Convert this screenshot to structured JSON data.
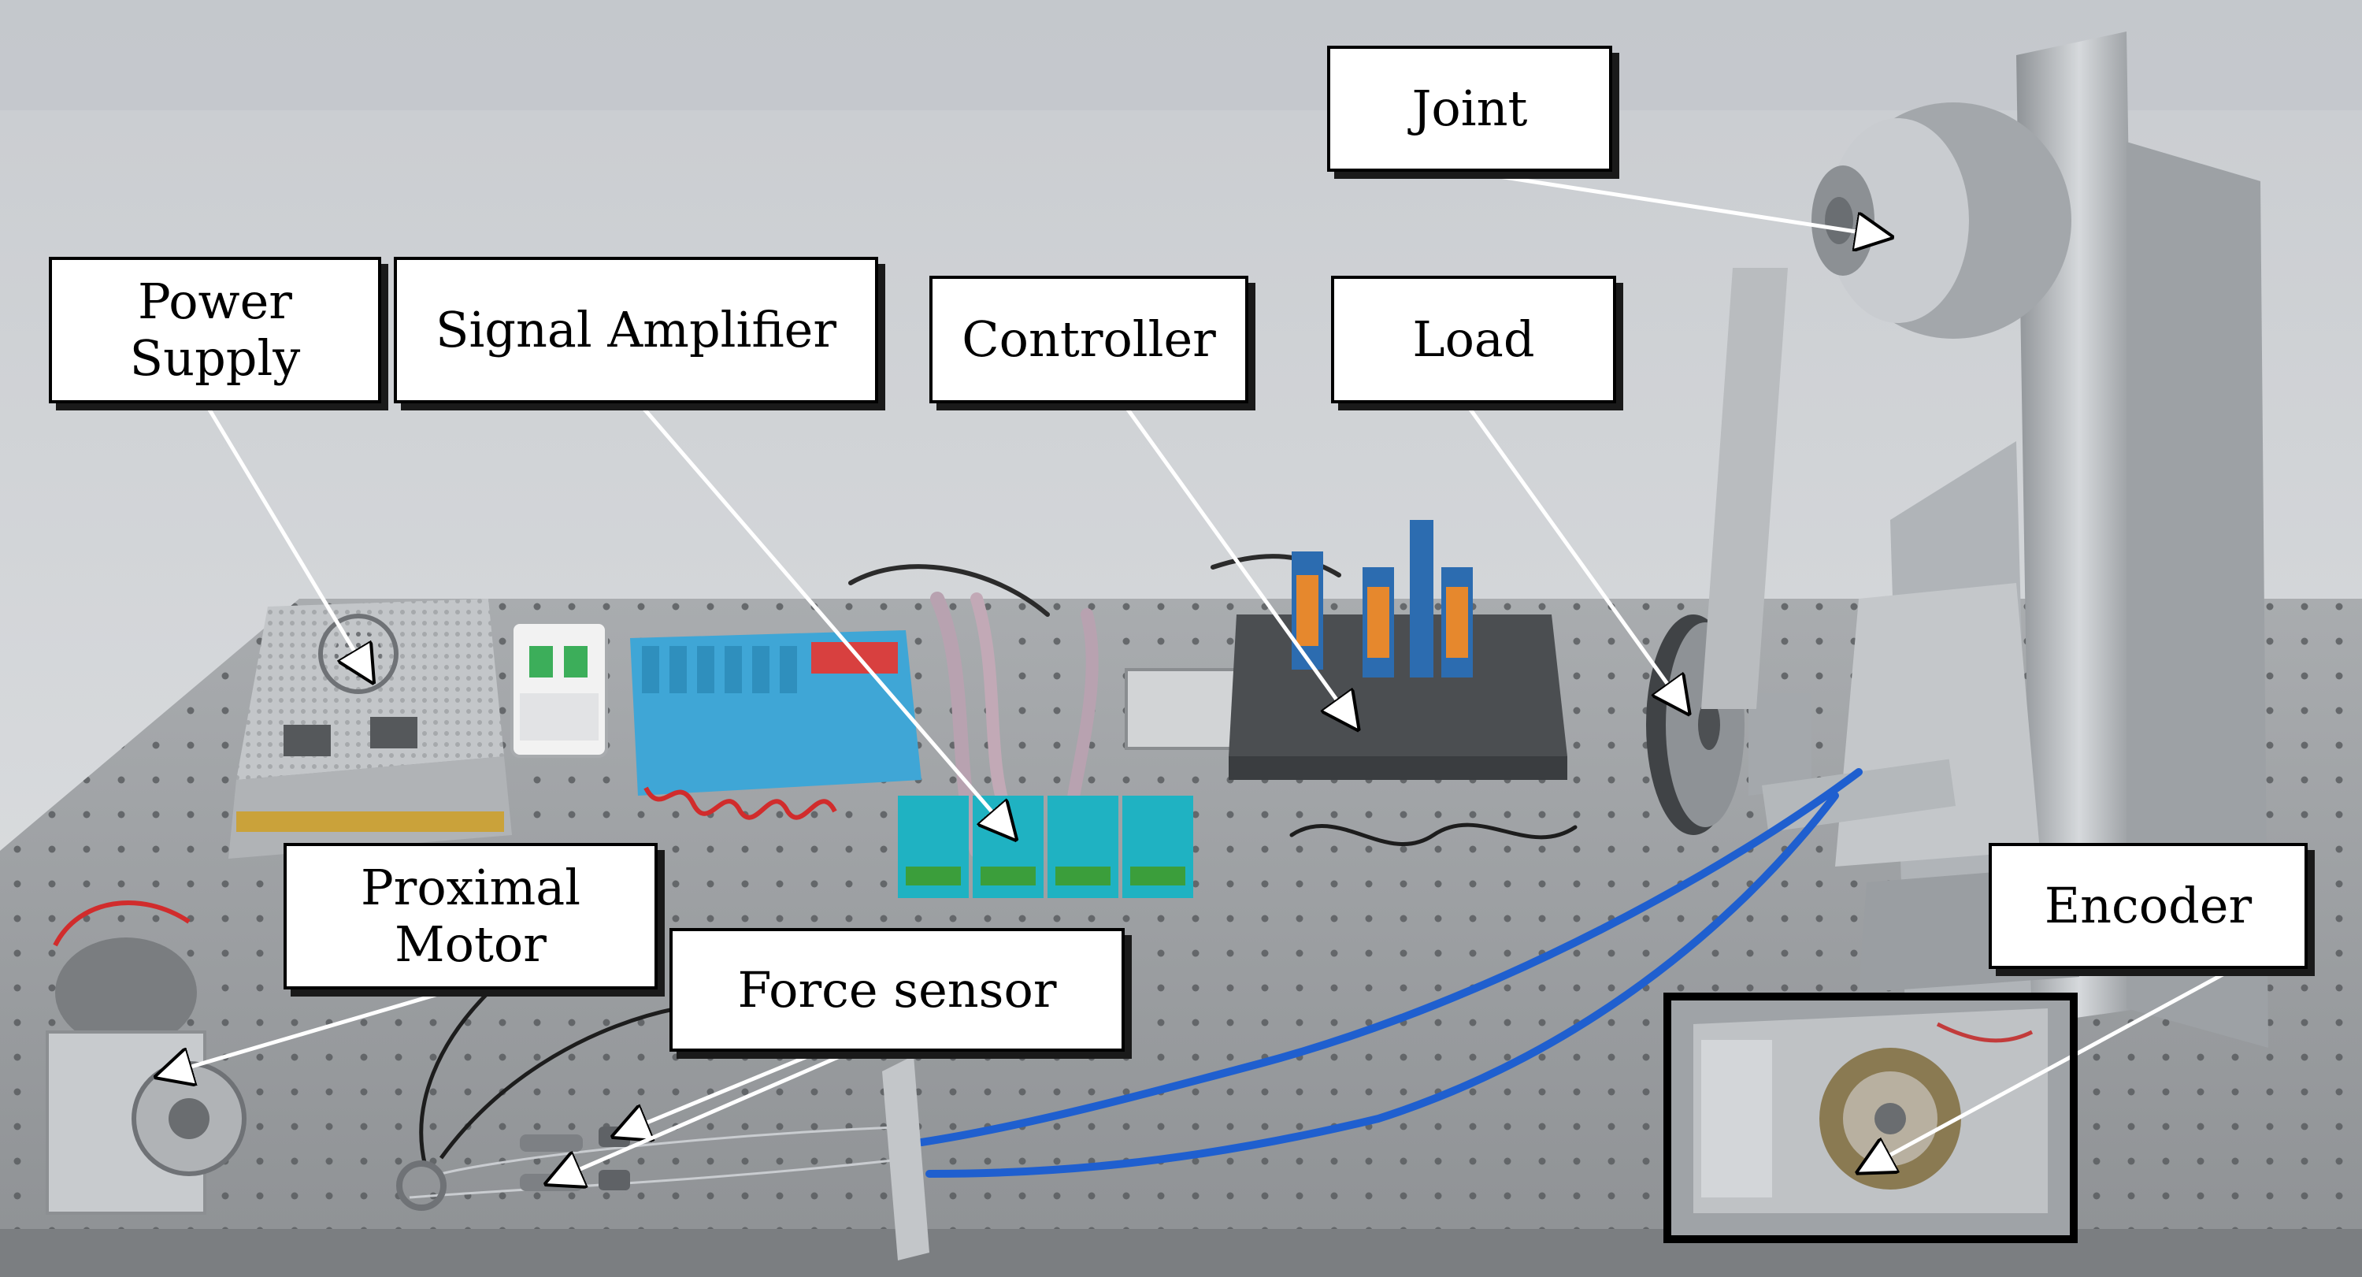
{
  "labels": {
    "power_supply": "Power\nSupply",
    "signal_amplifier": "Signal Amplifier",
    "controller": "Controller",
    "load": "Load",
    "joint": "Joint",
    "proximal_motor": "Proximal\nMotor",
    "force_sensor": "Force sensor",
    "encoder": "Encoder"
  },
  "colors": {
    "wall": "#d6d8db",
    "table": "#9ea1a4",
    "frame": "#b8bcc0",
    "module_cyan": "#1fb2c2",
    "relay_blue": "#3fa6d6",
    "cable_blue": "#1f5fcf",
    "label_border": "#000000",
    "arrow": "#ffffff"
  }
}
